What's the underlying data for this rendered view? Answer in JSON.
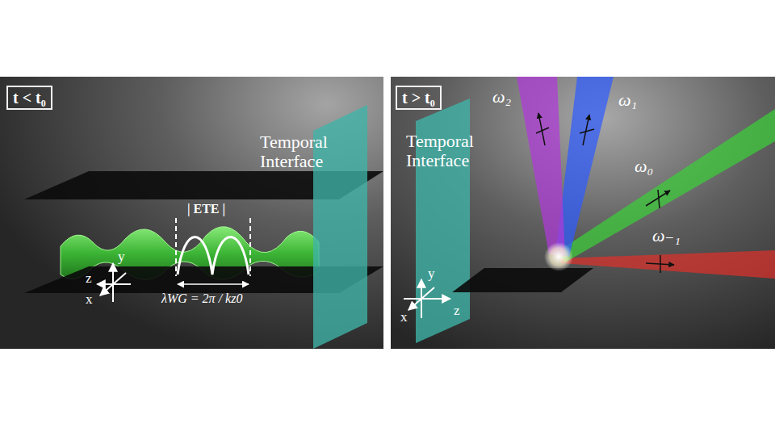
{
  "diagram": {
    "nodes": [
      {
        "text": [
          "t < t₀"
        ]
      },
      {
        "text": [
          "t > t₀"
        ]
      }
    ],
    "labels": [
      "Temporal Interface",
      "| ETE |",
      "λWG = 2π / kz0",
      "y",
      "z",
      "x",
      "Temporal Interface",
      "ω₂",
      "ω₁",
      "ω₀",
      "ω₋₁",
      "y",
      "z",
      "x"
    ]
  }
}
